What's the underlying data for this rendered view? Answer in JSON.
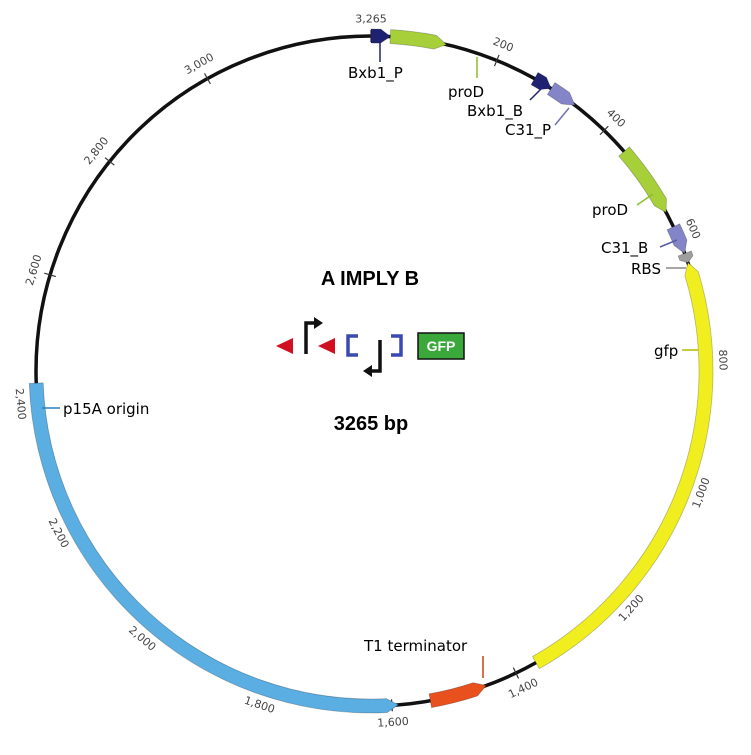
{
  "title": "A IMPLY B",
  "size_label": "3265 bp",
  "total_bp": 3265,
  "backbone_color": "#111111",
  "ticks": [
    {
      "pos": 200,
      "label": "200"
    },
    {
      "pos": 400,
      "label": "400"
    },
    {
      "pos": 600,
      "label": "600"
    },
    {
      "pos": 800,
      "label": "800"
    },
    {
      "pos": 1000,
      "label": "1,000"
    },
    {
      "pos": 1200,
      "label": "1,200"
    },
    {
      "pos": 1400,
      "label": "1,400"
    },
    {
      "pos": 1600,
      "label": "1,600"
    },
    {
      "pos": 1800,
      "label": "1,800"
    },
    {
      "pos": 2000,
      "label": "2,000"
    },
    {
      "pos": 2200,
      "label": "2,200"
    },
    {
      "pos": 2400,
      "label": "2,400"
    },
    {
      "pos": 2600,
      "label": "2,600"
    },
    {
      "pos": 2800,
      "label": "2,800"
    },
    {
      "pos": 3000,
      "label": "3,000"
    },
    {
      "pos": 3265,
      "label": "3,265"
    }
  ],
  "features": [
    {
      "name": "Bxb1_P",
      "start": 0,
      "end": 30,
      "color": "#1f2270",
      "text_color": "#1f2270",
      "dir": 1
    },
    {
      "name": "proD",
      "start": 30,
      "end": 118,
      "color": "#a6cf3a",
      "text_color": "#8cbf2a",
      "dir": 1
    },
    {
      "name": "Bxb1_B",
      "start": 265,
      "end": 295,
      "color": "#1f2270",
      "text_color": "#1f2270",
      "dir": 1
    },
    {
      "name": "C31_P",
      "start": 295,
      "end": 340,
      "color": "#8484c8",
      "text_color": "#7070b8",
      "dir": 1
    },
    {
      "name": "proD",
      "start": 445,
      "end": 560,
      "color": "#a6cf3a",
      "text_color": "#8cbf2a",
      "dir": 1
    },
    {
      "name": "C31_B",
      "start": 585,
      "end": 630,
      "color": "#8484c8",
      "text_color": "#5a5aa8",
      "dir": 1
    },
    {
      "name": "RBS",
      "start": 630,
      "end": 645,
      "color": "#9e9e9e",
      "text_color": "#888888",
      "dir": 1
    },
    {
      "name": "gfp",
      "start": 645,
      "end": 1365,
      "color": "#f0ee1e",
      "text_color": "#b8b800",
      "dir": -1
    },
    {
      "name": "T1 terminator",
      "start": 1450,
      "end": 1540,
      "color": "#e8501e",
      "text_color": "#c84214",
      "dir": -1
    },
    {
      "name": "p15A origin",
      "start": 1590,
      "end": 2430,
      "color": "#5aaee2",
      "text_color": "#2e7fc0",
      "dir": -1
    }
  ],
  "feature_labels": [
    {
      "text": "Bxb1_P",
      "color": "#1f2270"
    },
    {
      "text": "proD",
      "color": "#8cbf2a"
    },
    {
      "text": "Bxb1_B",
      "color": "#1f2270"
    },
    {
      "text": "C31_P",
      "color": "#7070b8"
    },
    {
      "text": "proD",
      "color": "#8cbf2a"
    },
    {
      "text": "C31_B",
      "color": "#5a5aa8"
    },
    {
      "text": "RBS",
      "color": "#888888"
    },
    {
      "text": "gfp",
      "color": "#b8b800"
    },
    {
      "text": "p15A origin",
      "color": "#2e7fc0"
    },
    {
      "text": "T1 terminator",
      "color": "#c84214"
    }
  ],
  "circuit": {
    "gfp_label": "GFP",
    "gfp_color": "#3aa83a",
    "triangle_color": "#d01020",
    "bracket_color": "#3a4ab0"
  }
}
